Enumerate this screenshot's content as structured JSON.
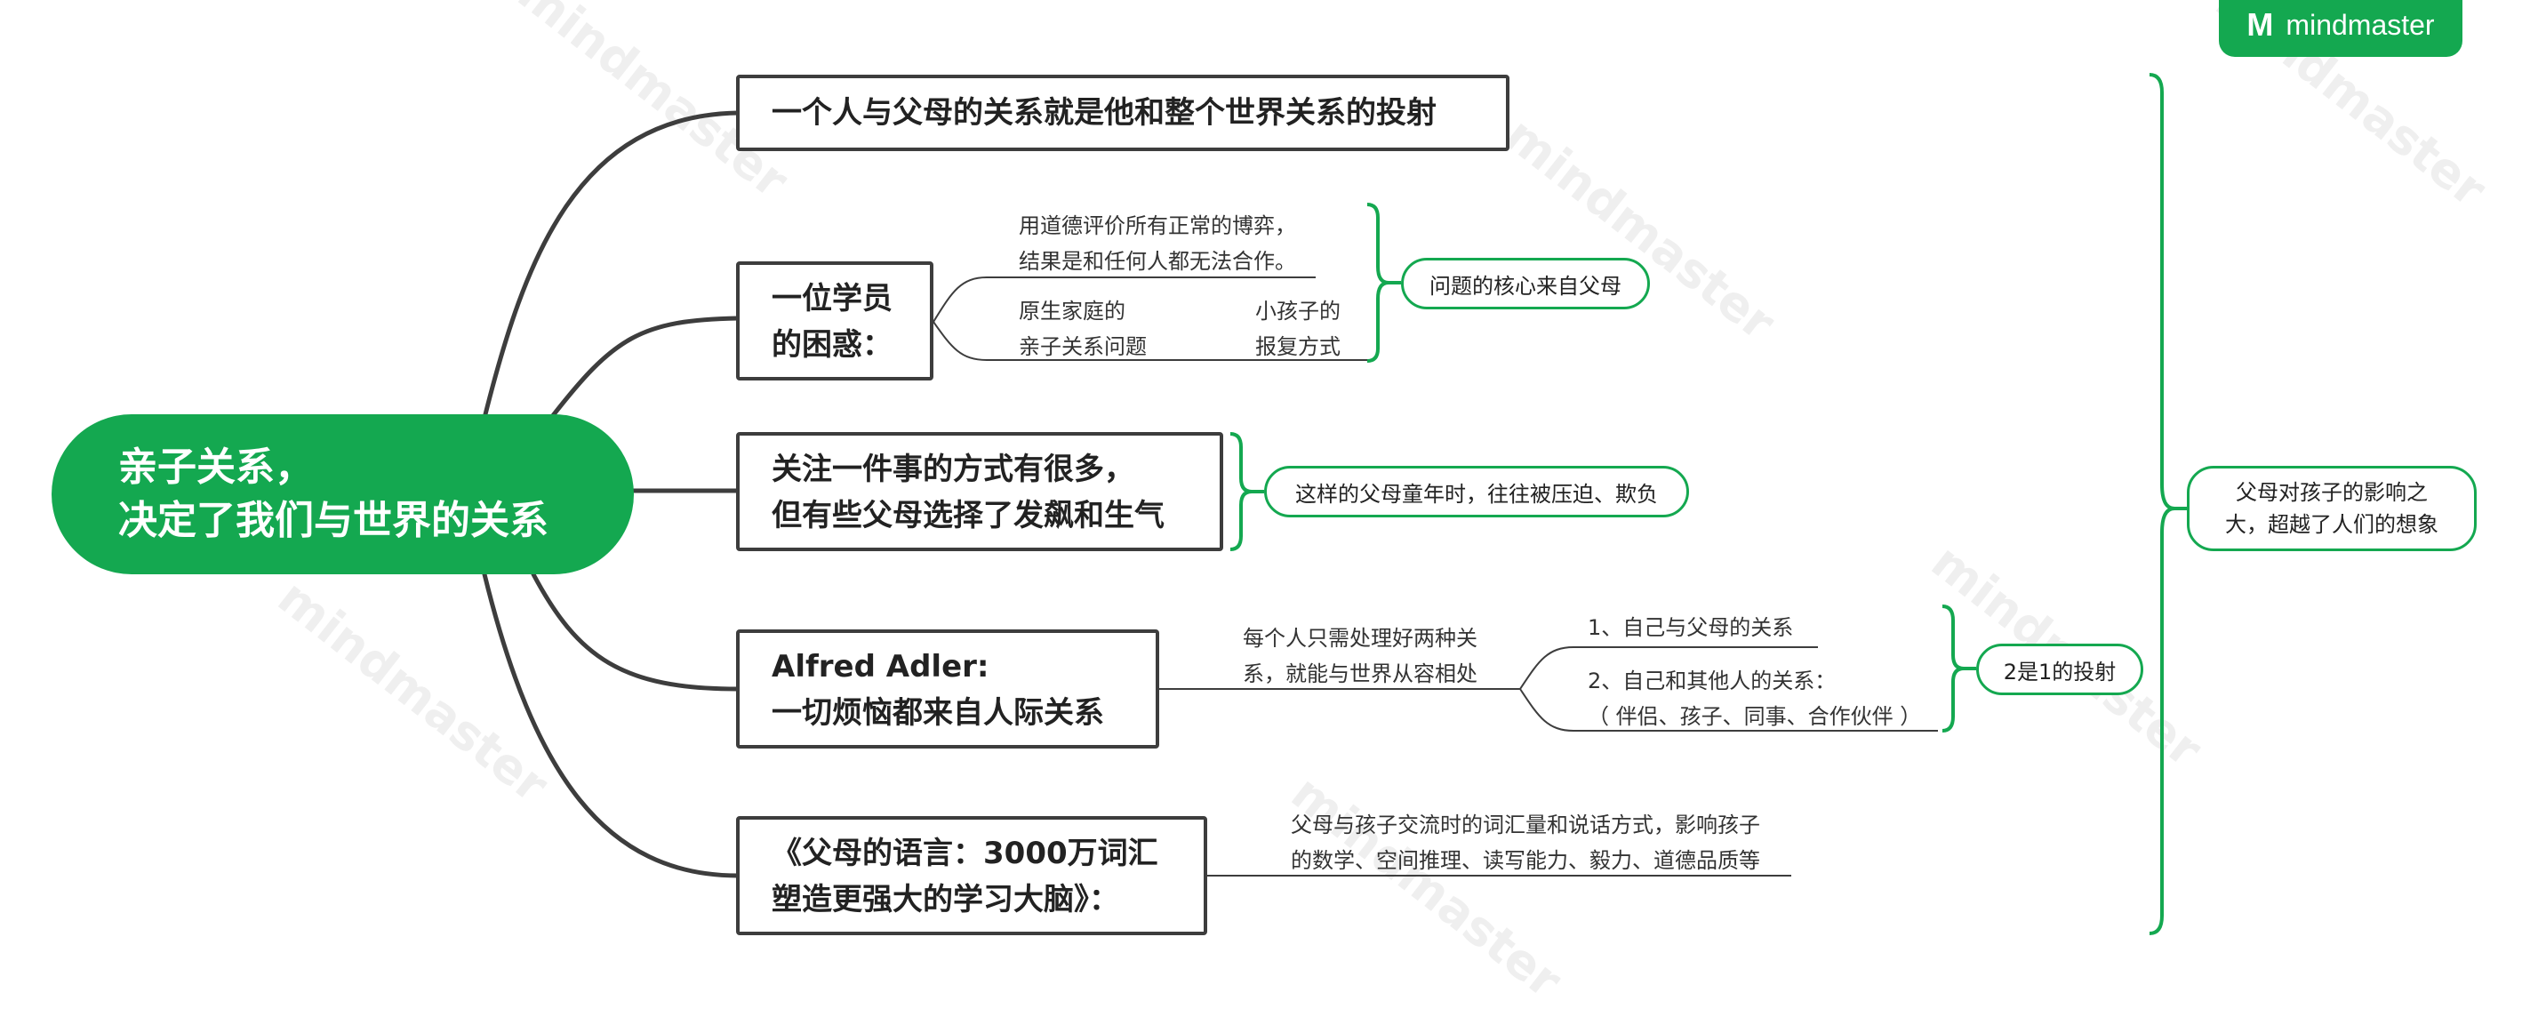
{
  "watermark_text": "mindmaster",
  "logo": {
    "text": "mindmaster",
    "mark": "M"
  },
  "root": {
    "line1": "亲子关系，",
    "line2": "决定了我们与世界的关系"
  },
  "branch1": {
    "text": "一个人与父母的关系就是他和整个世界关系的投射"
  },
  "branch2": {
    "line1": "一位学员",
    "line2": "的困惑：",
    "note1_line1": "用道德评价所有正常的博弈，",
    "note1_line2": "结果是和任何人都无法合作。",
    "note2a_line1": "原生家庭的",
    "note2a_line2": "亲子关系问题",
    "note2b_line1": "小孩子的",
    "note2b_line2": "报复方式",
    "summary": "问题的核心来自父母"
  },
  "branch3": {
    "line1": "关注一件事的方式有很多，",
    "line2": "但有些父母选择了发飙和生气",
    "summary": "这样的父母童年时，往往被压迫、欺负"
  },
  "branch4": {
    "line1": "Alfred Adler:",
    "line2": "一切烦恼都来自人际关系",
    "note_line1": "每个人只需处理好两种关",
    "note_line2": "系，就能与世界从容相处",
    "item1": "1、自己与父母的关系",
    "item2_line1": "2、自己和其他人的关系：",
    "item2_line2": "（ 伴侣、孩子、同事、合作伙伴 ）",
    "summary": "2是1的投射"
  },
  "branch5": {
    "line1": "《父母的语言：3000万词汇",
    "line2": "塑造更强大的学习大脑》：",
    "note_line1": "父母与孩子交流时的词汇量和说话方式，影响孩子",
    "note_line2": "的数学、空间推理、读写能力、毅力、道德品质等"
  },
  "overall_summary": {
    "line1": "父母对孩子的影响之",
    "line2": "大，超越了人们的想象"
  },
  "colors": {
    "accent": "#14a850",
    "line": "#3d3d3d",
    "watermark": "#efefef"
  }
}
